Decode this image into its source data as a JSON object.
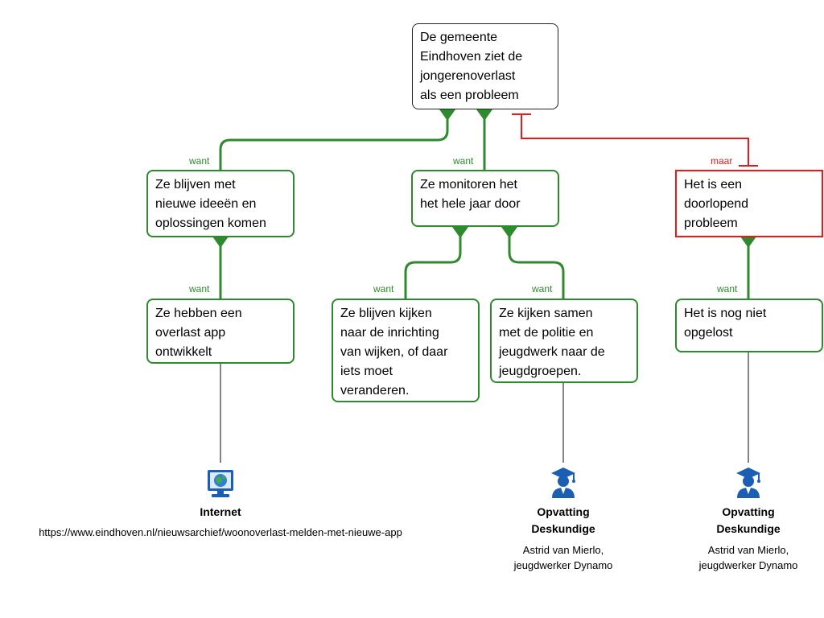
{
  "nodes": {
    "claim": "De gemeente\nEindhoven ziet de\njongerenoverlast\nals een probleem",
    "reason_ideas": "Ze blijven met\nnieuwe ideeën en\noplossingen komen",
    "reason_monitor": "Ze monitoren het\nhet hele jaar door",
    "objection": "Het is een\ndoorlopend\nprobleem",
    "reason_app": "Ze hebben een\noverlast app\nontwikkelt",
    "reason_wijken": "Ze blijven kijken\nnaar de inrichting\nvan wijken, of daar\niets moet\nveranderen.",
    "reason_politie": "Ze kijken samen\nmet de politie en\njeugdwerk naar de\njeugdgroepen.",
    "reason_opgelost": "Het is nog niet\nopgelost"
  },
  "labels": {
    "want": "want",
    "maar": "maar"
  },
  "sources": {
    "internet": {
      "title": "Internet",
      "text": "https://www.eindhoven.nl/nieuwsarchief/woonoverlast-melden-met-nieuwe-app",
      "icon": "computer-globe-icon"
    },
    "expert1": {
      "title": "Opvatting\nDeskundige",
      "text": "Astrid van Mierlo,\njeugdwerker Dynamo",
      "icon": "graduate-person-icon"
    },
    "expert2": {
      "title": "Opvatting\nDeskundige",
      "text": "Astrid van Mierlo,\njeugdwerker Dynamo",
      "icon": "graduate-person-icon"
    }
  },
  "colors": {
    "support": "#2d8a2d",
    "oppose": "#e21b1b",
    "icon": "#1a5fb4"
  }
}
